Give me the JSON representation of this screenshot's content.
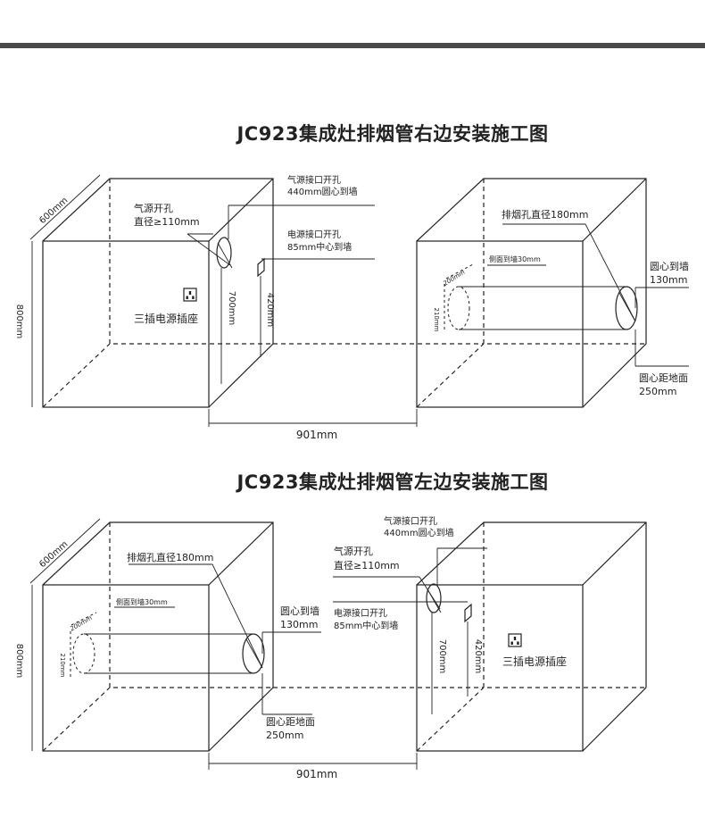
{
  "title_right": "JC923集成灶排烟管右边安装施工图",
  "title_left": "JC923集成灶排烟管左边安装施工图",
  "dims": {
    "depth": "600mm",
    "height": "800mm",
    "gap": "901mm",
    "h700": "700mm",
    "h420": "420mm",
    "d200": "200mm",
    "d210": "210mm"
  },
  "labels": {
    "gas_hole_title": "气源开孔",
    "gas_hole_dia": "直径≥110mm",
    "gas_port_title": "气源接口开孔",
    "gas_port_dist": "440mm圆心到墙",
    "power_port_title": "电源接口开孔",
    "power_port_dist": "85mm中心到墙",
    "socket": "三插电源插座",
    "exhaust_dia": "排烟孔直径180mm",
    "side_dist": "侧面到墙30mm",
    "center_wall": "圆心到墙",
    "center_wall_val": "130mm",
    "center_floor": "圆心距地面",
    "center_floor_val": "250mm"
  },
  "colors": {
    "line": "#222222",
    "topbar": "#4a4a4a"
  },
  "icons": [
    "socket-icon"
  ]
}
